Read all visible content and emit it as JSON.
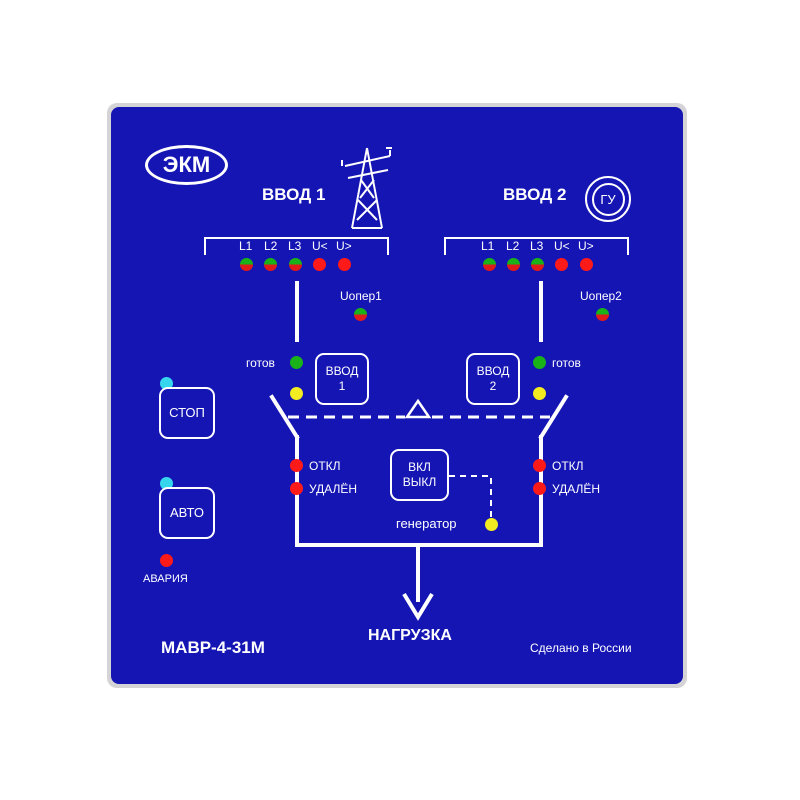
{
  "brand": {
    "logo_text": "ЭКМ"
  },
  "inputs": {
    "input1": {
      "title": "ВВОД 1",
      "phases": [
        "L1",
        "L2",
        "L3",
        "U<",
        "U>"
      ],
      "uoper_label": "Uопер1",
      "ready_label": "готов",
      "button_label": "ВВОД 1"
    },
    "input2": {
      "title": "ВВОД 2",
      "phases": [
        "L1",
        "L2",
        "L3",
        "U<",
        "U>"
      ],
      "uoper_label": "Uопер2",
      "ready_label": "готов",
      "button_label": "ВВОД 2",
      "gu_label": "ГУ"
    }
  },
  "status": {
    "off_label": "ОТКЛ",
    "remote_label": "УДАЛЁН",
    "generator_label": "генератор"
  },
  "controls": {
    "stop_label": "СТОП",
    "auto_label": "АВТО",
    "on_off_line1": "ВКЛ",
    "on_off_line2": "ВЫКЛ",
    "alarm_label": "АВАРИЯ"
  },
  "footer": {
    "model": "МАВР-4-31М",
    "load_label": "НАГРУЗКА",
    "made_in": "Сделано в России"
  },
  "colors": {
    "panel": "#1515b4",
    "bezel": "#d4d4d6",
    "led_red": "#ff1a1a",
    "led_green": "#19b219",
    "led_yellow": "#f2ec20",
    "led_cyan": "#35d5ee"
  },
  "icons": {
    "tower": "power-tower-icon",
    "generator": "generator-symbol-icon",
    "triangle": "triangle-icon",
    "arrow": "arrow-down-icon"
  }
}
